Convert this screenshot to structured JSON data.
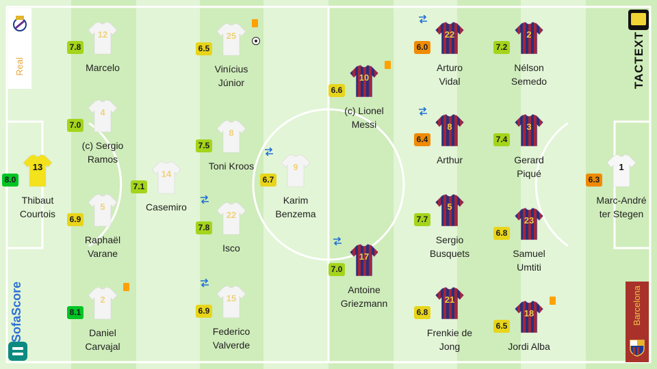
{
  "teams": {
    "home": {
      "name": "Real",
      "label_color": "#e8a53a"
    },
    "away": {
      "name": "Barcelona",
      "label_color": "#f0c14b",
      "panel_color": "#a8322a"
    }
  },
  "branding": {
    "sofascore": "SofaScore",
    "tactext": "TACTEXT"
  },
  "colors": {
    "pitch_light": "#e9f7df",
    "pitch_dark": "#d3eec0",
    "line": "#ffffff",
    "rating_green_dark": "#00c424",
    "rating_green": "#a4d41b",
    "rating_yellow": "#e8d51b",
    "rating_orange": "#f08a05",
    "card_yellow": "#ffa200",
    "sub_blue": "#1f6fd6"
  },
  "players": [
    {
      "id": "courtois",
      "number": "13",
      "rating": "8.0",
      "rating_tier": "green_dark",
      "name1": "Thibaut",
      "name2": "Courtois",
      "kit": "gk"
    },
    {
      "id": "marcelo",
      "number": "12",
      "rating": "7.8",
      "rating_tier": "green",
      "name1": "Marcelo",
      "name2": "",
      "kit": "home"
    },
    {
      "id": "ramos",
      "number": "4",
      "rating": "7.0",
      "rating_tier": "green",
      "name1": "(c) Sergio",
      "name2": "Ramos",
      "kit": "home"
    },
    {
      "id": "varane",
      "number": "5",
      "rating": "6.9",
      "rating_tier": "yellow",
      "name1": "Raphaël",
      "name2": "Varane",
      "kit": "home"
    },
    {
      "id": "carvajal",
      "number": "2",
      "rating": "8.1",
      "rating_tier": "green_dark",
      "name1": "Daniel",
      "name2": "Carvajal",
      "kit": "home",
      "yellow_card": true
    },
    {
      "id": "casemiro",
      "number": "14",
      "rating": "7.1",
      "rating_tier": "green",
      "name1": "Casemiro",
      "name2": "",
      "kit": "home"
    },
    {
      "id": "vinicius",
      "number": "25",
      "rating": "6.5",
      "rating_tier": "yellow",
      "name1": "Vinícius",
      "name2": "Júnior",
      "kit": "home",
      "yellow_card": true,
      "goal": true
    },
    {
      "id": "kroos",
      "number": "8",
      "rating": "7.5",
      "rating_tier": "green",
      "name1": "Toni Kroos",
      "name2": "",
      "kit": "home"
    },
    {
      "id": "isco",
      "number": "22",
      "rating": "7.8",
      "rating_tier": "green",
      "name1": "Isco",
      "name2": "",
      "kit": "home",
      "subbed": true
    },
    {
      "id": "valverde",
      "number": "15",
      "rating": "6.9",
      "rating_tier": "yellow",
      "name1": "Federico",
      "name2": "Valverde",
      "kit": "home",
      "subbed": true
    },
    {
      "id": "benzema",
      "number": "9",
      "rating": "6.7",
      "rating_tier": "yellow",
      "name1": "Karim",
      "name2": "Benzema",
      "kit": "home",
      "subbed": true
    },
    {
      "id": "messi",
      "number": "10",
      "rating": "6.6",
      "rating_tier": "yellow",
      "name1": "(c) Lionel",
      "name2": "Messi",
      "kit": "away",
      "yellow_card": true
    },
    {
      "id": "griezmann",
      "number": "17",
      "rating": "7.0",
      "rating_tier": "green",
      "name1": "Antoine",
      "name2": "Griezmann",
      "kit": "away",
      "subbed": true
    },
    {
      "id": "vidal",
      "number": "22",
      "rating": "6.0",
      "rating_tier": "orange",
      "name1": "Arturo",
      "name2": "Vidal",
      "kit": "away",
      "subbed": true
    },
    {
      "id": "arthur",
      "number": "8",
      "rating": "6.4",
      "rating_tier": "orange",
      "name1": "Arthur",
      "name2": "",
      "kit": "away",
      "subbed": true
    },
    {
      "id": "busquets",
      "number": "5",
      "rating": "7.7",
      "rating_tier": "green",
      "name1": "Sergio",
      "name2": "Busquets",
      "kit": "away"
    },
    {
      "id": "dejong",
      "number": "21",
      "rating": "6.8",
      "rating_tier": "yellow",
      "name1": "Frenkie de",
      "name2": "Jong",
      "kit": "away"
    },
    {
      "id": "semedo",
      "number": "2",
      "rating": "7.2",
      "rating_tier": "green",
      "name1": "Nélson",
      "name2": "Semedo",
      "kit": "away"
    },
    {
      "id": "pique",
      "number": "3",
      "rating": "7.4",
      "rating_tier": "green",
      "name1": "Gerard",
      "name2": "Piqué",
      "kit": "away"
    },
    {
      "id": "umtiti",
      "number": "23",
      "rating": "6.8",
      "rating_tier": "yellow",
      "name1": "Samuel",
      "name2": "Umtiti",
      "kit": "away"
    },
    {
      "id": "alba",
      "number": "18",
      "rating": "6.5",
      "rating_tier": "yellow",
      "name1": "Jordi Alba",
      "name2": "",
      "kit": "away",
      "yellow_card": true
    },
    {
      "id": "terstegen",
      "number": "1",
      "rating": "6.3",
      "rating_tier": "orange",
      "name1": "Marc-André",
      "name2": "ter Stegen",
      "kit": "gk_away"
    }
  ]
}
